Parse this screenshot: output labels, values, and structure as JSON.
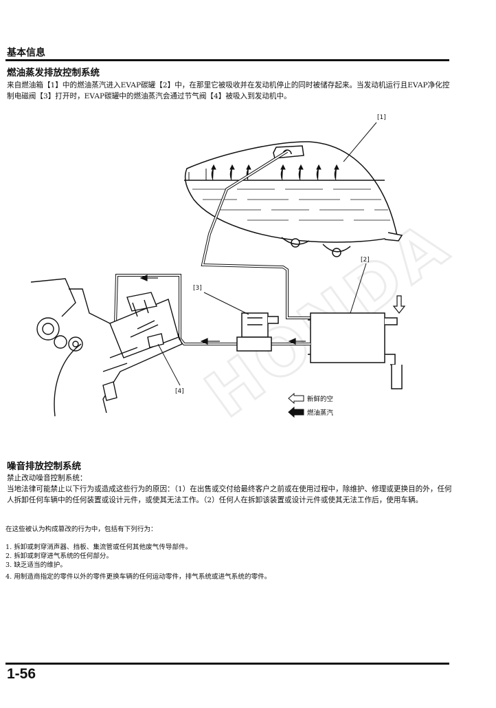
{
  "header": {
    "section": "基本信息"
  },
  "evap": {
    "title": "燃油蒸发排放控制系统",
    "body": "来自燃油箱【1】中的燃油蒸汽进入EVAP碳罐【2】中，在那里它被吸收并在发动机停止的同时被储存起来。当发动机运行且EVAP净化控制电磁阀【3】打开时，EVAP碳罐中的燃油蒸汽会通过节气阀【4】被吸入到发动机中。"
  },
  "diagram": {
    "callouts": {
      "c1": "[1]",
      "c2": "[2]",
      "c3": "[3]",
      "c4": "[4]"
    },
    "legend": {
      "fresh_air": "新鲜的空",
      "fuel_vapor": "燃油蒸汽"
    },
    "watermark": "HONDA"
  },
  "noise": {
    "title": "噪音排放控制系统",
    "subtitle": "禁止改动噪音控制系统：",
    "body": "当地法律可能禁止以下行为或造成这些行为的原因：（1）在出售或交付给最终客户之前或在使用过程中，除维护、修理或更换目的外，任何人拆卸任何车辆中的任何装置或设计元件，或使其无法工作。（2）任何人在拆卸该装置或设计元件或使其无法工作后，使用车辆。",
    "intro": "在这些被认为构成篡改的行为中，包括有下列行为：",
    "items": [
      "1. 拆卸或刺穿消声器、挡板、集流管或任何其他废气传导部件。",
      "2. 拆卸或刺穿进气系统的任何部分。",
      "3. 缺乏适当的维护。",
      "4. 用制造商指定的零件以外的零件更换车辆的任何运动零件，排气系统或进气系统的零件。"
    ]
  },
  "footer": {
    "page": "1-56"
  }
}
